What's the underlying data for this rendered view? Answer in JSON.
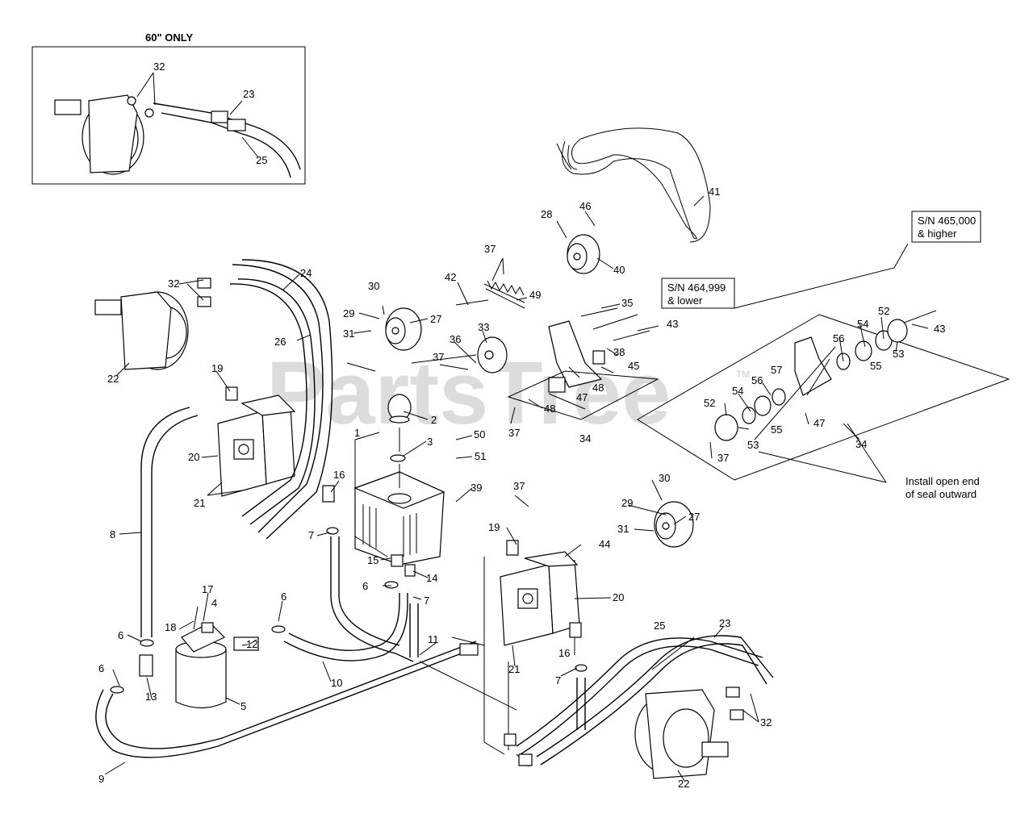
{
  "watermark": "PartsTree",
  "trademark": "TM",
  "inset_title": "60\" ONLY",
  "notes": {
    "sn_high_line1": "S/N 465,000",
    "sn_high_line2": "& higher",
    "sn_low_line1": "S/N 464,999",
    "sn_low_line2": "& lower",
    "install_line1": "Install open end",
    "install_line2": "of seal outward"
  },
  "callouts": [
    "1",
    "2",
    "3",
    "4",
    "5",
    "6",
    "7",
    "8",
    "9",
    "10",
    "11",
    "12",
    "13",
    "14",
    "15",
    "16",
    "17",
    "18",
    "19",
    "20",
    "21",
    "22",
    "23",
    "24",
    "25",
    "26",
    "27",
    "28",
    "29",
    "30",
    "31",
    "32",
    "33",
    "34",
    "35",
    "36",
    "37",
    "38",
    "39",
    "40",
    "41",
    "42",
    "43",
    "44",
    "45",
    "46",
    "47",
    "48",
    "49",
    "50",
    "51",
    "52",
    "53",
    "54",
    "55",
    "56",
    "57"
  ]
}
